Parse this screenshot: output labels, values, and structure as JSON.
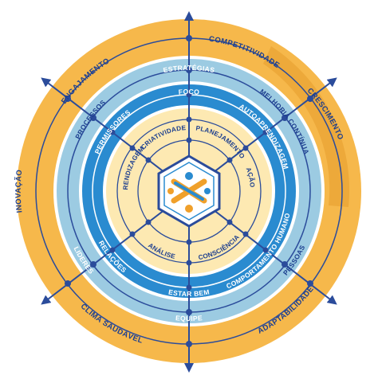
{
  "colors": {
    "orange": "#f6b84b",
    "orange_dark": "#eda93a",
    "light_blue": "#9ccbe2",
    "mid_blue": "#2a8bd0",
    "navy": "#1d3f8f",
    "pale_yellow": "#fde9b2",
    "line": "#2b4c9b",
    "icon_blue": "#2a8bd0",
    "icon_orange": "#f0a02a"
  },
  "rings": {
    "outer": {
      "engajamento": "ENGAJAMENTO",
      "competitividade": "COMPETITIVIDADE",
      "crescimento": "CRESCIMENTO",
      "adaptabilidade": "ADAPTABILIDADE",
      "clima_saudavel": "CLIMA SAUDÁVEL",
      "inovacao": "INOVAÇÃO"
    },
    "second": {
      "estrategias": "ESTRATÉGIAS",
      "melhoria_continua": "MELHORIA CONTÍNUA",
      "pessoas": "PESSOAS",
      "equipe": "EQUIPE",
      "lideres": "LIDERES",
      "processos": "PROCESSOS"
    },
    "third": {
      "foco": "FOCO",
      "autoaprendizagem": "AUTOAPRENDIZAGEM",
      "comportamento_humano": "COMPORTAMENTO HUMANO",
      "estar_bem": "ESTAR BEM",
      "relacoes": "RELAÇÕES",
      "permissores": "PERMISSORES"
    },
    "inner": {
      "criatividade": "CRIATIVIDADE",
      "planejamento": "PLANEJAMENTO",
      "acao": "AÇÃO",
      "consciencia": "CONSCIÊNCIA",
      "analise": "ANÁLISE",
      "aprendizagem": "APRENDIZAGEM"
    }
  },
  "icons": [
    "people-hexagon-icon"
  ]
}
